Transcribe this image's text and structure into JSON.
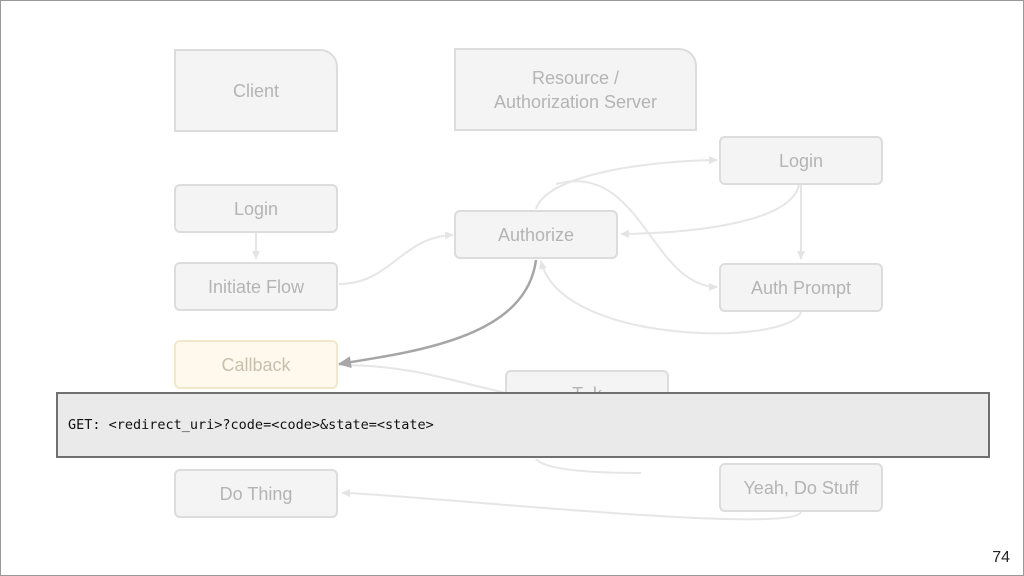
{
  "headers": {
    "client": "Client",
    "server_line1": "Resource /",
    "server_line2": "Authorization Server"
  },
  "nodes": {
    "client_login": "Login",
    "initiate_flow": "Initiate Flow",
    "callback": "Callback",
    "do_thing": "Do Thing",
    "authorize": "Authorize",
    "token_partial": "T  k",
    "server_login": "Login",
    "auth_prompt": "Auth Prompt",
    "yeah_do_stuff": "Yeah, Do Stuff"
  },
  "code_line": "GET: <redirect_uri>?code=<code>&state=<state>",
  "page_number": "74",
  "colors": {
    "box_fill": "#f4f4f4",
    "box_border": "#dcdcdc",
    "faded_text": "#b4b4b4",
    "highlight_fill": "#fef9ec",
    "active_arrow": "#a6a6a6",
    "faded_arrow": "#e6e6e6",
    "code_bar_fill": "#eaeaea",
    "code_bar_border": "#707070"
  }
}
